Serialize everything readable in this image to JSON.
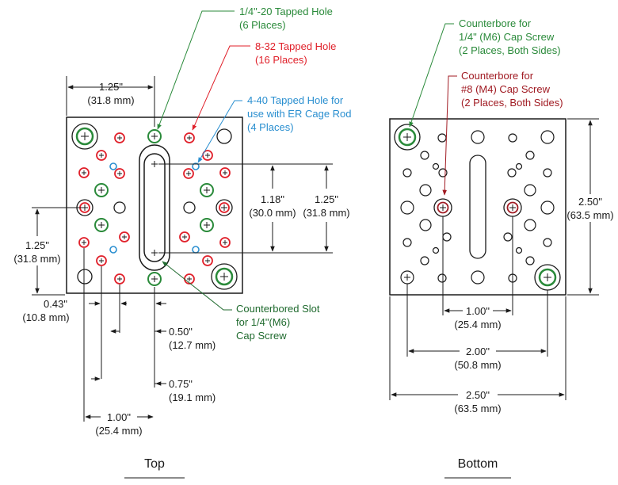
{
  "colors": {
    "green": "#2a8a3a",
    "red": "#e0202a",
    "blue": "#2a8fd0",
    "dark_red": "#a01a22",
    "line": "#1a1a1a"
  },
  "top": {
    "title": "Top",
    "callouts": {
      "tapped_1_4_20": [
        "1/4\"-20 Tapped Hole",
        "(6 Places)"
      ],
      "tapped_8_32": [
        "8-32 Tapped Hole",
        "(16 Places)"
      ],
      "tapped_4_40": [
        "4-40 Tapped Hole for",
        "use with ER Cage Rod",
        "(4 Places)"
      ],
      "slot": [
        "Counterbored Slot",
        "for 1/4\"(M6)",
        "Cap Screw"
      ]
    },
    "dims": {
      "width_top": [
        "1.25\"",
        "(31.8 mm)"
      ],
      "slot_inner": [
        "1.18\"",
        "(30.0 mm)"
      ],
      "slot_outer": [
        "1.25\"",
        "(31.8 mm)"
      ],
      "left_height": [
        "1.25\"",
        "(31.8 mm)"
      ],
      "offset_043": [
        "0.43\"",
        "(10.8 mm)"
      ],
      "offset_050": [
        "0.50\"",
        "(12.7 mm)"
      ],
      "offset_075": [
        "0.75\"",
        "(19.1 mm)"
      ],
      "spacing_100": [
        "1.00\"",
        "(25.4 mm)"
      ]
    }
  },
  "bottom": {
    "title": "Bottom",
    "callouts": {
      "cb_1_4": [
        "Counterbore for",
        "1/4\" (M6) Cap Screw",
        "(2 Places, Both Sides)"
      ],
      "cb_8": [
        "Counterbore for",
        "#8 (M4) Cap Screw",
        "(2 Places, Both Sides)"
      ]
    },
    "dims": {
      "height": [
        "2.50\"",
        "(63.5 mm)"
      ],
      "d_100": [
        "1.00\"",
        "(25.4 mm)"
      ],
      "d_200": [
        "2.00\"",
        "(50.8 mm)"
      ],
      "d_250": [
        "2.50\"",
        "(63.5 mm)"
      ]
    }
  }
}
